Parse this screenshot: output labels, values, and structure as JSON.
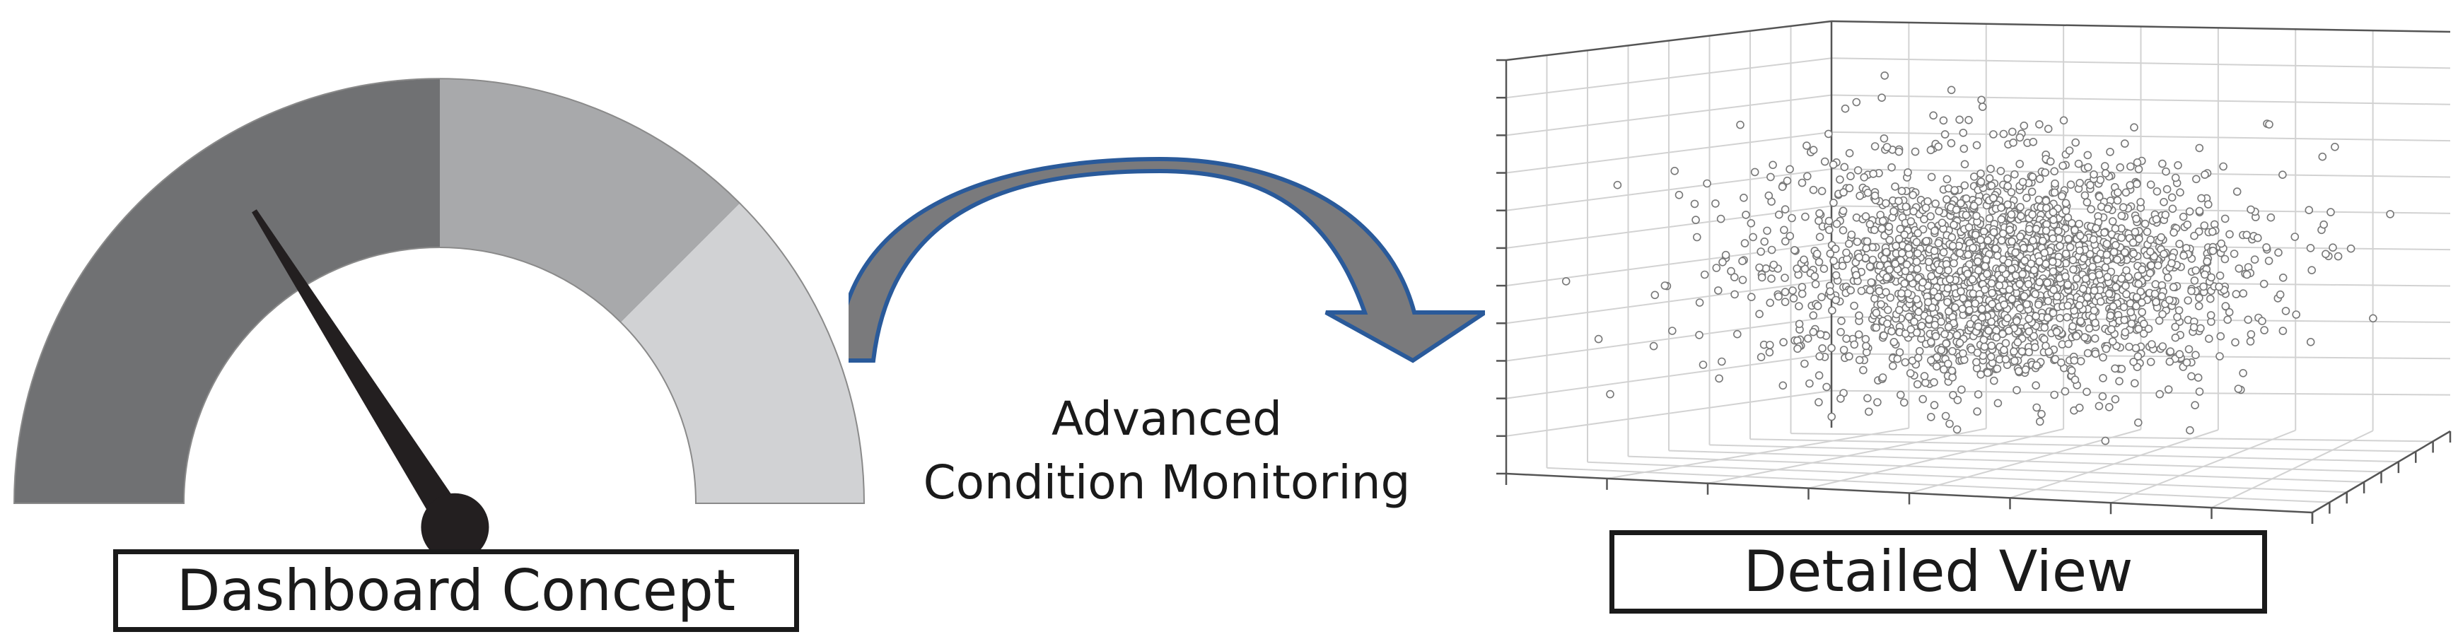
{
  "gauge": {
    "segment_colors": [
      "#707173",
      "#a8a9ab",
      "#d1d2d4"
    ],
    "needle_color": "#231f20",
    "level": 0.32
  },
  "labels": {
    "dashboard": "Dashboard Concept",
    "transition_line1": "Advanced",
    "transition_line2": "Condition Monitoring",
    "detail": "Detailed View"
  },
  "arrow": {
    "fill": "#7a7a7c",
    "stroke": "#2a5a9a"
  },
  "scatter": {
    "point_color": "#777777",
    "grid": true,
    "point_count": 2200
  }
}
